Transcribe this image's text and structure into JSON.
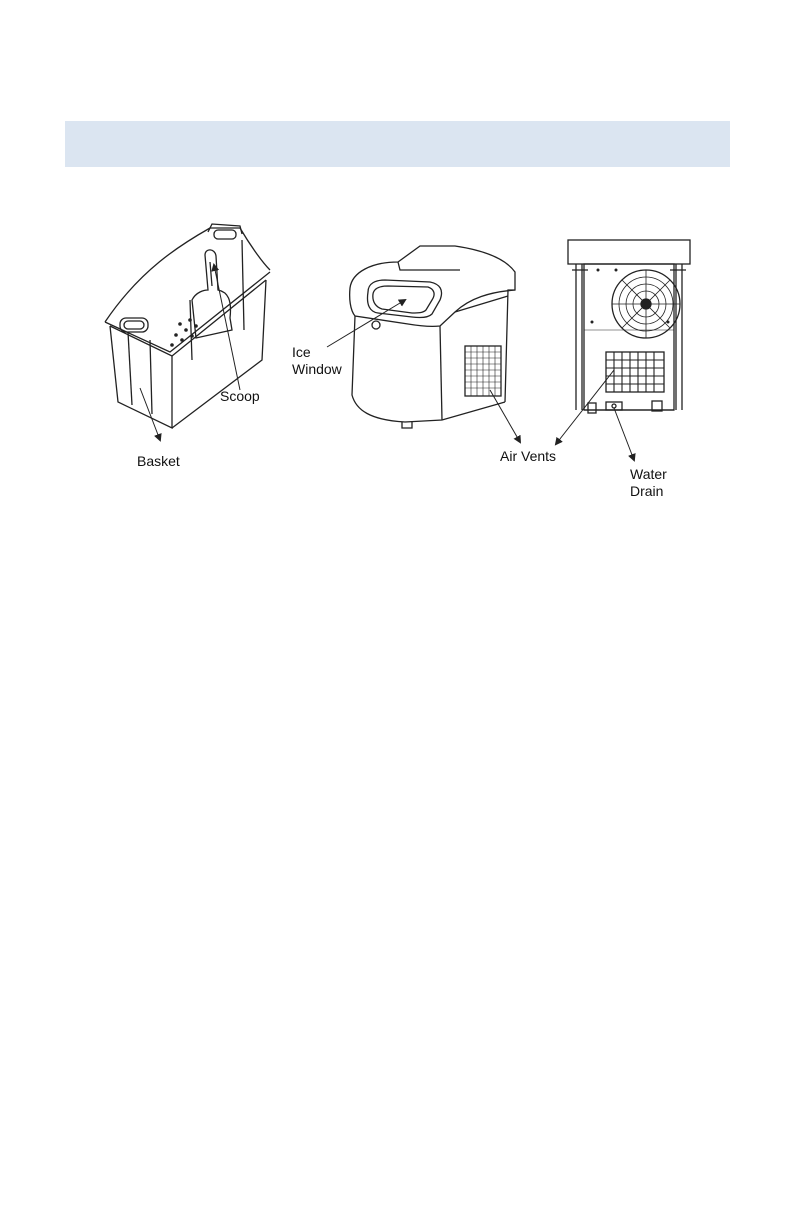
{
  "labels": {
    "ice_window": "Ice\nWindow",
    "scoop": "Scoop",
    "basket": "Basket",
    "air_vents": "Air Vents",
    "water_drain": "Water\nDrain"
  },
  "colors": {
    "header_band": "#dbe5f1",
    "line": "#222222"
  }
}
